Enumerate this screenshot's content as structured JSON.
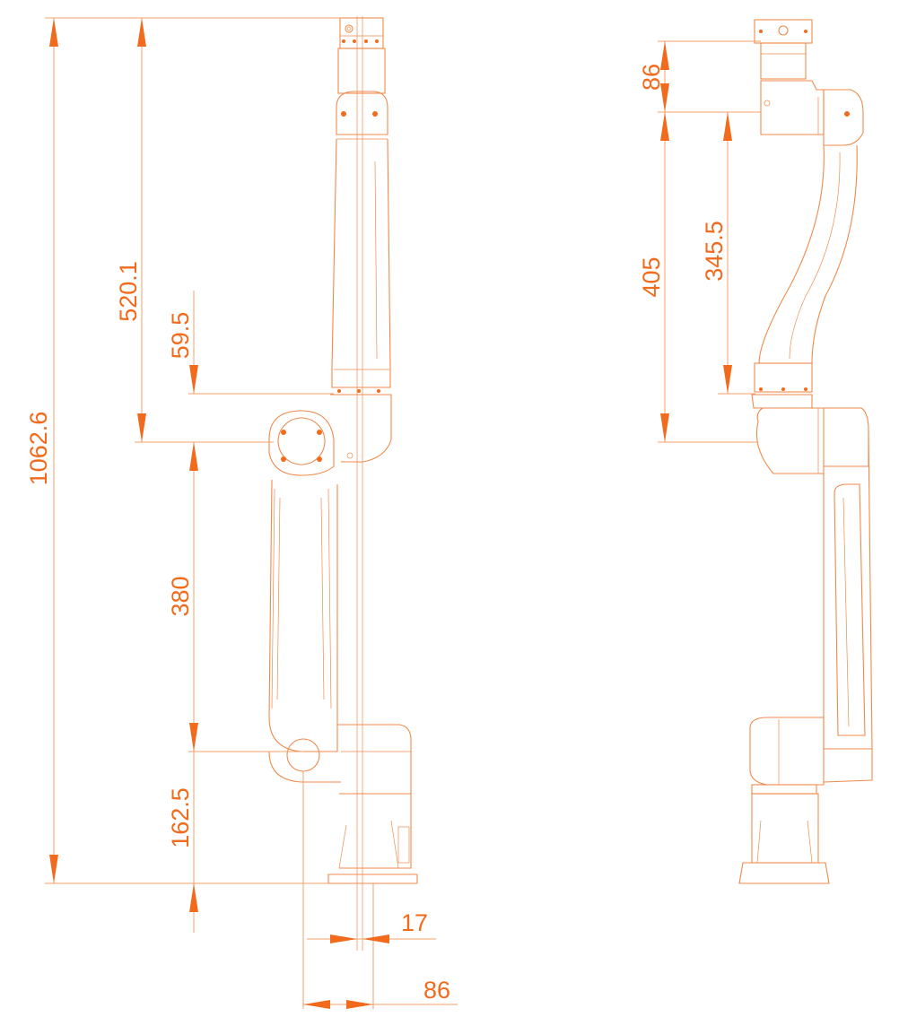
{
  "colors": {
    "drawing": "#F08A4B",
    "dimension": "#F26A1B"
  },
  "dimensions": {
    "total_height": "1062.6",
    "upper_segment": "520.1",
    "joint_offset": "59.5",
    "lower_arm": "380",
    "base_height": "162.5",
    "offset_small": "17",
    "offset_wide": "86",
    "wrist_height": "86",
    "forearm_outer": "405",
    "forearm_inner": "345.5"
  }
}
